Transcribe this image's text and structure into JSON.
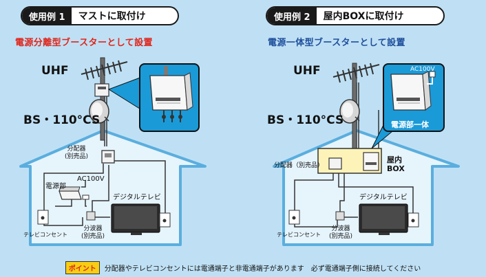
{
  "example1": {
    "number_label": "使用例 1",
    "title": "マストに取付け",
    "subtitle": "電源分離型ブースターとして設置",
    "uhf_label": "UHF",
    "bs_label": "BS・110°CS",
    "splitter_label": "分配器\n(別売品)",
    "power_unit_label": "電源部",
    "ac_label": "AC100V",
    "tv_label": "デジタルテレビ",
    "outlet_label": "テレビコンセント",
    "divider_label": "分波器\n(別売品)"
  },
  "example2": {
    "number_label": "使用例 2",
    "title": "屋内BOXに取付け",
    "subtitle": "電源一体型ブースターとして設置",
    "uhf_label": "UHF",
    "bs_label": "BS・110°CS",
    "ac_label": "AC100V",
    "integrated_label": "電源部一体",
    "box_label": "屋内\nBOX",
    "splitter_label": "分配器（別売品）",
    "tv_label": "デジタルテレビ",
    "outlet_label": "テレビコンセント",
    "divider_label": "分波器\n(別売品)"
  },
  "colors": {
    "subtitle1": "#e0261b",
    "subtitle2": "#1f4f9c",
    "house_fill": "#e6f4fc",
    "house_stroke": "#5aaede",
    "callout": "#1b9ad8",
    "badge_bg": "#f7ce13",
    "badge_text": "#d9261c"
  },
  "point": {
    "badge": "ポイント",
    "text": "分配器やテレビコンセントには電通端子と非電通端子があります　必ず電通端子側に接続してください"
  }
}
